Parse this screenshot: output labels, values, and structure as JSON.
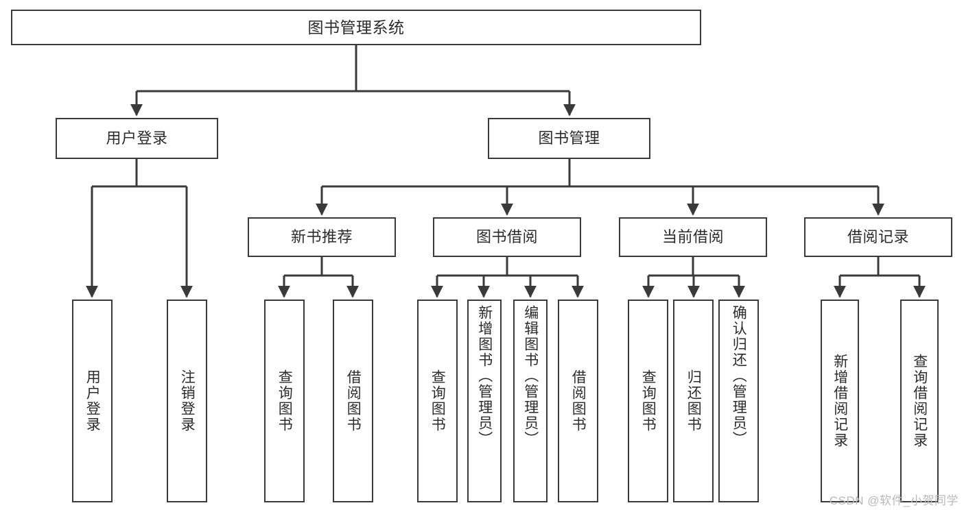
{
  "diagram": {
    "title": "图书管理系统",
    "type": "functional-structure-tree",
    "watermark": "CSDN @软件_小贺同学",
    "colors": {
      "stroke": "#3a3a3a",
      "fill": "#ffffff",
      "text": "#2b2b2b",
      "watermark": "#b9b9b9"
    }
  },
  "nodes": {
    "root": {
      "label": "图书管理系统"
    },
    "level2": [
      {
        "id": "user-login",
        "label": "用户登录"
      },
      {
        "id": "book-management",
        "label": "图书管理"
      }
    ],
    "level3": [
      {
        "id": "new-book-recommend",
        "label": "新书推荐"
      },
      {
        "id": "book-borrow",
        "label": "图书借阅"
      },
      {
        "id": "current-borrow",
        "label": "当前借阅"
      },
      {
        "id": "borrow-record",
        "label": "借阅记录"
      }
    ],
    "leaves": {
      "user_login": [
        {
          "id": "leaf-user-login",
          "label": "用户登录"
        },
        {
          "id": "leaf-logout-login",
          "label": "注销登录"
        }
      ],
      "new_book_recommend": [
        {
          "id": "leaf-query-book-1",
          "label": "查询图书"
        },
        {
          "id": "leaf-borrow-book-1",
          "label": "借阅图书"
        }
      ],
      "book_borrow": [
        {
          "id": "leaf-query-book-2",
          "label": "查询图书"
        },
        {
          "id": "leaf-add-book",
          "label": "新增图书（管理员）"
        },
        {
          "id": "leaf-edit-book",
          "label": "编辑图书（管理员）"
        },
        {
          "id": "leaf-borrow-book-2",
          "label": "借阅图书"
        }
      ],
      "current_borrow": [
        {
          "id": "leaf-query-book-3",
          "label": "查询图书"
        },
        {
          "id": "leaf-return-book",
          "label": "归还图书"
        },
        {
          "id": "leaf-confirm-return",
          "label": "确认归还（管理员）"
        }
      ],
      "borrow_record": [
        {
          "id": "leaf-add-record",
          "label": "新增借阅记录"
        },
        {
          "id": "leaf-query-record",
          "label": "查询借阅记录"
        }
      ]
    }
  }
}
